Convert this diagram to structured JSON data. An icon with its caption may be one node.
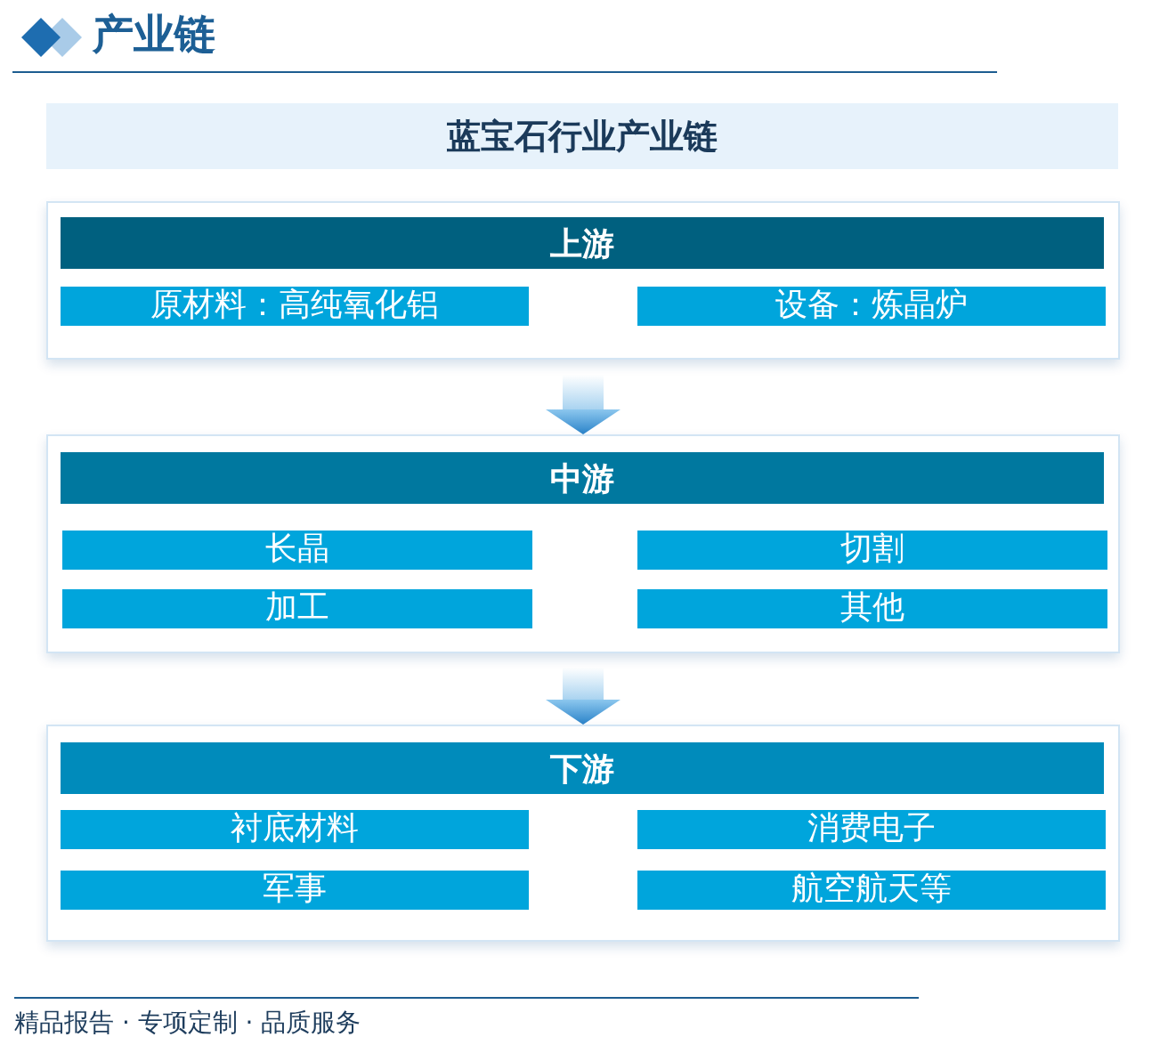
{
  "diagram": {
    "title": "蓝宝石行业产业链",
    "nodes": [
      {
        "text": [
          "上游"
        ]
      },
      {
        "text": [
          "原材料：高纯氧化铝"
        ],
        "in": 0
      },
      {
        "text": [
          "设备：炼晶炉"
        ],
        "in": 0
      },
      {
        "text": [
          "中游"
        ]
      },
      {
        "text": [
          "长晶"
        ],
        "in": 3
      },
      {
        "text": [
          "切割"
        ],
        "in": 3
      },
      {
        "text": [
          "加工"
        ],
        "in": 3
      },
      {
        "text": [
          "其他"
        ],
        "in": 3
      },
      {
        "text": [
          "下游"
        ]
      },
      {
        "text": [
          "衬底材料"
        ],
        "in": 8
      },
      {
        "text": [
          "消费电子"
        ],
        "in": 8
      },
      {
        "text": [
          "军事"
        ],
        "in": 8
      },
      {
        "text": [
          "航空航天等"
        ],
        "in": 8
      }
    ],
    "edges": [
      {
        "from": 0,
        "to": 3,
        "arrow": "to"
      },
      {
        "from": 3,
        "to": 8,
        "arrow": "to"
      }
    ],
    "labels": [
      "产业链",
      "精品报告 · 专项定制 · 品质服务"
    ]
  }
}
